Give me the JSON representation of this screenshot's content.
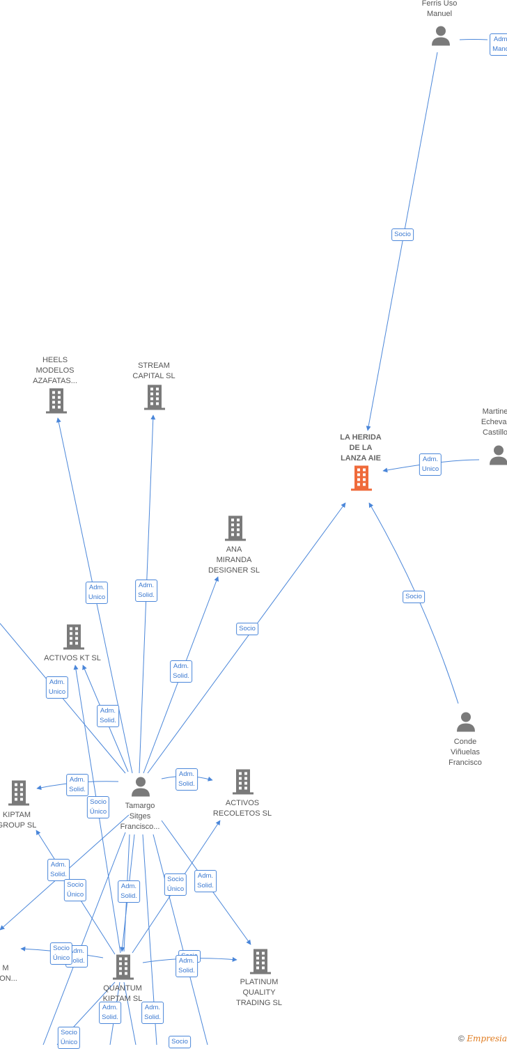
{
  "colors": {
    "edge": "#4a86d9",
    "company": "#7a7a7a",
    "focus_company": "#ef6a3a",
    "person": "#7a7a7a"
  },
  "nodes": {
    "ferris": {
      "label": "Ferris Uso\nManuel",
      "icon": "person-icon"
    },
    "herida": {
      "label": "LA HERIDA\nDE LA\nLANZA AIE",
      "icon": "building-icon"
    },
    "martinez": {
      "label": "Martine\nEchevar\nCastillo",
      "icon": "person-icon"
    },
    "conde": {
      "label": "Conde\nViñuelas\nFrancisco",
      "icon": "person-icon"
    },
    "heels": {
      "label": "HEELS\nMODELOS\nAZAFATAS...",
      "icon": "building-icon"
    },
    "stream": {
      "label": "STREAM\nCAPITAL SL",
      "icon": "building-icon"
    },
    "ana": {
      "label": "ANA\nMIRANDA\nDESIGNER SL",
      "icon": "building-icon"
    },
    "activoskt": {
      "label": "ACTIVOS KT SL",
      "icon": "building-icon"
    },
    "tamargo": {
      "label": "Tamargo\nSitges\nFrancisco...",
      "icon": "person-icon"
    },
    "recoletos": {
      "label": "ACTIVOS\nRECOLETOS SL",
      "icon": "building-icon"
    },
    "kiptamgroup": {
      "label": "KIPTAM\nGROUP SL",
      "icon": "building-icon"
    },
    "quantum": {
      "label": "QUANTUM\nKIPTAM SL",
      "icon": "building-icon"
    },
    "platinum": {
      "label": "PLATINUM\nQUALITY\nTRADING SL",
      "icon": "building-icon"
    },
    "m_left": {
      "label": "M\nHON...",
      "icon": ""
    }
  },
  "roles": {
    "r_ferris_top": "Adm.\nManc.",
    "r_socio_ferris": "Socio",
    "r_adm_martinez": "Adm.\nUnico",
    "r_socio_conde": "Socio",
    "r_heels": "Adm.\nUnico",
    "r_stream": "Adm.\nSolid.",
    "r_ana": "Adm.\nSolid.",
    "r_socio_herida": "Socio",
    "r_left_unico": "Adm.\nUnico",
    "r_activoskt": "Adm.\nSolid.",
    "r_kiptam_a": "Adm.\nSolid.",
    "r_kiptam_b": "Socio\nÚnico",
    "r_recoletos": "Adm.\nSolid.",
    "r_kg_solid": "Adm.\nSolid.",
    "r_kg_socio": "Socio\nÚnico",
    "r_q_solid": "Adm.\nSolid.",
    "r_rec_socio": "Socio\nÚnico",
    "r_plat_solid": "Adm.\nSolid.",
    "r_left_socio": "Socio\nÚnico",
    "r_left_solid": "Adm.\nSolid.",
    "r_q_right_a": "Socio",
    "r_q_right_b": "Adm.\nSolid.",
    "r_q_bl_solid": "Adm.\nSolid.",
    "r_q_b_solid": "Adm.\nSolid.",
    "r_bottom_socio": "Socio\nÚnico",
    "r_bottom_right": "Socio"
  },
  "credit": {
    "symbol": "©",
    "brand": "Empresia"
  }
}
